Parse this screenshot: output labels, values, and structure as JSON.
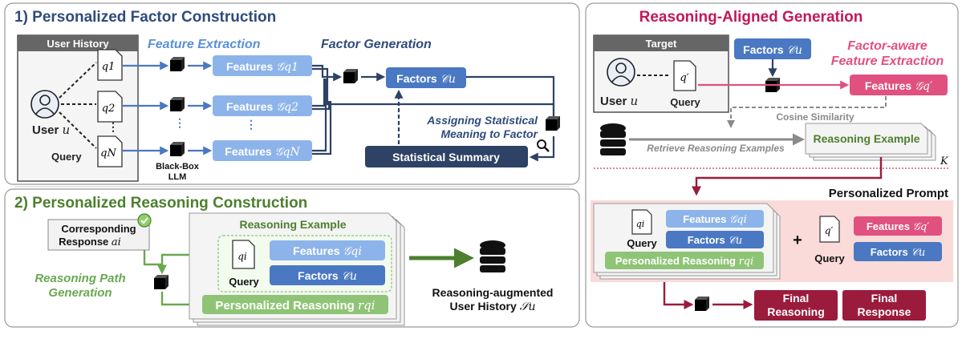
{
  "colors": {
    "blue_title": "#2f4b7c",
    "blue_box": "#8db4ea",
    "blue_mid": "#4a78c2",
    "navy": "#2e4266",
    "green": "#6aa84f",
    "green_title": "#4d7f2e",
    "pink": "#e0517f",
    "crimson": "#9b1b3c",
    "pink_bg": "#fbdada",
    "gray": "#8a8a8a",
    "dark": "#333333"
  },
  "panel1": {
    "title": "1) Personalized Factor Construction",
    "user_history_title": "User History",
    "queries": [
      "q1",
      "q2",
      "qN"
    ],
    "user_label": "User",
    "user_var": "u",
    "query_label": "Query",
    "feature_extraction": "Feature Extraction",
    "factor_generation": "Factor Generation",
    "features_label": "Features",
    "feature_vars": [
      "𝒢q1",
      "𝒢q2",
      "𝒢qN"
    ],
    "factors_label": "Factors",
    "factors_var": "𝒞u",
    "blackbox_llm": [
      "Black-Box",
      "LLM"
    ],
    "assigning_meaning": [
      "Assigning Statistical",
      "Meaning to Factor"
    ],
    "statistical_summary": "Statistical Summary"
  },
  "panel2": {
    "title": "2) Personalized Reasoning Construction",
    "corresponding_response": [
      "Corresponding",
      "Response"
    ],
    "response_var": "ai",
    "reasoning_path": [
      "Reasoning Path",
      "Generation"
    ],
    "reasoning_example": "Reasoning Example",
    "query_label": "Query",
    "query_var": "qi",
    "features_label": "Features",
    "features_var": "𝒢qi",
    "factors_label": "Factors",
    "factors_var": "𝒞u",
    "personalized_reasoning": "Personalized Reasoning",
    "reasoning_var": "rqi",
    "augmented_history": [
      "Reasoning-augmented",
      "User History"
    ],
    "history_var": "𝒮u"
  },
  "panel3": {
    "title": "Reasoning-Aligned Generation",
    "target_title": "Target",
    "user_label": "User",
    "user_var": "u",
    "query_label": "Query",
    "query_var": "q′",
    "factors_label": "Factors",
    "factors_var": "𝒞u",
    "factor_aware": [
      "Factor-aware",
      "Feature Extraction"
    ],
    "features_label": "Features",
    "features_var": "𝒢q′",
    "cosine_similarity": "Cosine Similarity",
    "retrieve": "Retrieve Reasoning Examples",
    "reasoning_example": "Reasoning Example",
    "k_var": "K",
    "personalized_prompt": "Personalized Prompt",
    "prompt_query_label": "Query",
    "prompt_query_var": "qi",
    "prompt_features_var": "𝒢qi",
    "personalized_reasoning": "Personalized Reasoning",
    "prompt_reasoning_var": "rqi",
    "plus": "+",
    "final_reasoning": [
      "Final",
      "Reasoning"
    ],
    "final_response": [
      "Final",
      "Response"
    ]
  }
}
